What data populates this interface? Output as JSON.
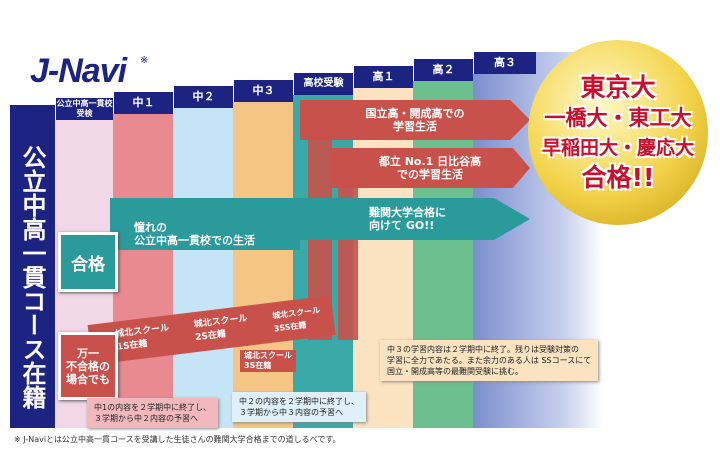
{
  "logo": {
    "text": "J-Navi",
    "mark": "※"
  },
  "side_label": "公立中高一貫コース在籍",
  "columns": [
    "公立中高一貫校受検",
    "中１",
    "中２",
    "中３",
    "高校受験",
    "高１",
    "高２",
    "高３"
  ],
  "colors": {
    "navy": "#1c2380",
    "c0": "#f2d7e6",
    "c1": "#e88a8f",
    "c2": "#c5e4f5",
    "c3": "#f5c585",
    "c4": "#3aaaa8",
    "c5": "#fbe3c2",
    "c6": "#6cbf8e",
    "c7": "#7b8fcf",
    "red": "#c9514b",
    "teal": "#2a9a9a"
  },
  "pass": {
    "badge": "合格",
    "band": "憧れの\n公立中高一貫校での生活"
  },
  "fail": {
    "badge": "万一\n不合格の\n場合でも",
    "s1": "城北スクール\n1S在籍",
    "s2": "城北スクール\n2S在籍",
    "s3a": "城北スクール\n3SS在籍",
    "s3b": "城北スクール\n3S在籍"
  },
  "routes": [
    "国立高・開成高での\n学習生活",
    "都立 No.1 日比谷高\nでの学習生活",
    "難関大学合格に\n向けて GO!!"
  ],
  "notes": [
    "中1の内容を２学期中に終了し、\n３学期から中２内容の予習へ",
    "中２の内容を２学期中に終了し、\n３学期から中３内容の予習へ",
    "中３の学習内容は２学期中に終了。残りは受験対策の\n学習に全力であたる。また余力のある人は SSコースにて\n国立・開成高等の最難関受験に挑む。"
  ],
  "medal": [
    "東京大",
    "一橋大・東工大",
    "早稲田大・慶応大",
    "合格!!"
  ],
  "footnote": "※ J-Naviとは公立中高一貫コースを受講した生徒さんの難関大学合格までの道しるべです。"
}
